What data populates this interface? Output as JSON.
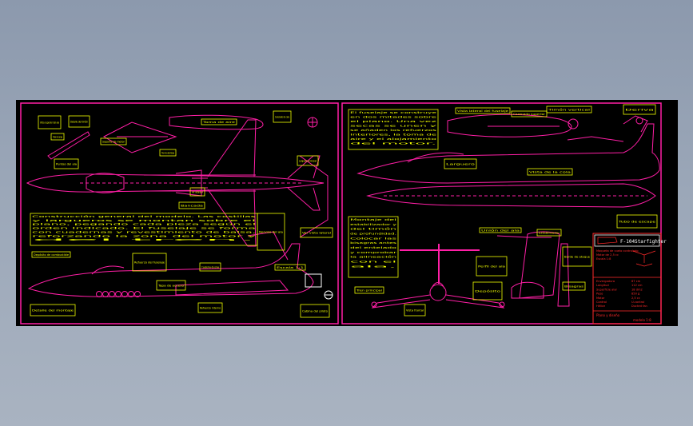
{
  "app": {
    "title": "F-104 Starfighter",
    "model_name": "F104 Starfighter"
  },
  "colors": {
    "background": "#000000",
    "outline": "#ff1fa6",
    "note_border": "#f2ff00",
    "title_block_text": "#ff2a2a",
    "white": "#ffffff"
  },
  "sheet_left": {
    "notes": [
      "Vista superior del ala",
      "Detalle del timón",
      "Tubo de carga",
      "Puntas del ala",
      "Soporte de motor",
      "Tren de aterrizaje",
      "Toma de aire",
      "Carenado de cola",
      "Larguero principal",
      "Ver detalle A",
      "Bancada",
      "Nervios del ala",
      "Refuerzo del fuselaje",
      "Depósito de combustible",
      "Cuaderna de proa",
      "Ver vista lateral",
      "Escala 1:1",
      "Tapa de acceso",
      "Refuerzo interno",
      "Cabina del piloto",
      "Detalle del montaje"
    ],
    "paragraph": "Construcción general del modelo. Las costillas y largueros se montan sobre el plano, pegando cada pieza según el orden indicado. El fuselaje se forma con cuadernas y revestimiento de balsa, reforzando la zona del motor y del tren."
  },
  "sheet_right": {
    "paragraph_top": "El fuselaje se construye en dos mitades sobre el plano. Una vez secas se unen y se añaden los refuerzos interiores, la toma de aire y el alojamiento del motor.",
    "paragraph_left": "Montaje del estabilizador y del timón de profundidad. Colocar las bisagras antes del entelado y comprobar la alineación con el ala.",
    "notes": [
      "Vista lateral del fuselaje",
      "Carenado superior",
      "Timón vertical",
      "Deriva",
      "Larguero",
      "Vista de la cola",
      "Unión del ala",
      "Estabilizador",
      "Perfil del ala",
      "Borde de ataque",
      "Bisagras",
      "Tubo de escape",
      "Tren principal",
      "Vista frontal",
      "Depósito"
    ],
    "title_block": {
      "header_left": "F-104",
      "header_right": "Starfighter",
      "lines": [
        "Maqueta de vuelo controlado",
        "Motor de 2,5 cc",
        "Escala 1:8"
      ],
      "specs": [
        [
          "Envergadura",
          "67 cm"
        ],
        [
          "Longitud",
          "112 cm"
        ],
        [
          "Superficie alar",
          "18 dm2"
        ],
        [
          "Peso",
          "850 g"
        ],
        [
          "Motor",
          "2,5 cc"
        ],
        [
          "Control",
          "U-control"
        ],
        [
          "Hélice",
          "Ducted fan"
        ]
      ],
      "footer_left": "Plano y diseño",
      "footer_right": "modelo 1:8"
    }
  }
}
